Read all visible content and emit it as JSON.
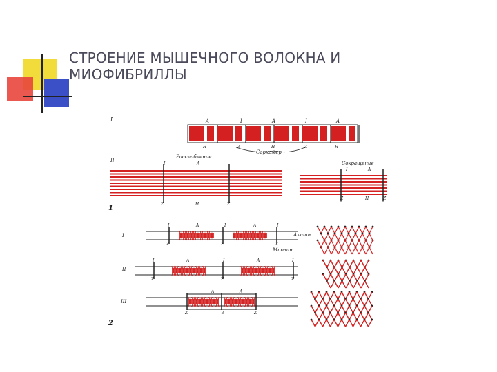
{
  "slide": {
    "title_line1": "СТРОЕНИЕ МЫШЕЧНОГО ВОЛОКНА И",
    "title_line2": "МИОФИБРИЛЛЫ"
  },
  "colors": {
    "square_yellow": "#f2dc3c",
    "square_red": "#e8463c",
    "square_blue": "#3b4fc6",
    "title_text": "#4a4a5a",
    "filament_red": "#d42020"
  },
  "figure": {
    "part1_label": "1",
    "part2_label": "2",
    "row_I": "I",
    "row_II": "II",
    "row_III": "III",
    "relaxation": "Расслабление",
    "contraction": "Сохращение",
    "sarcomere": "Саркомер",
    "actin": "Актин",
    "myosin": "Миозин",
    "band_A": "A",
    "band_I": "I",
    "band_H": "H",
    "band_Z": "Z"
  }
}
